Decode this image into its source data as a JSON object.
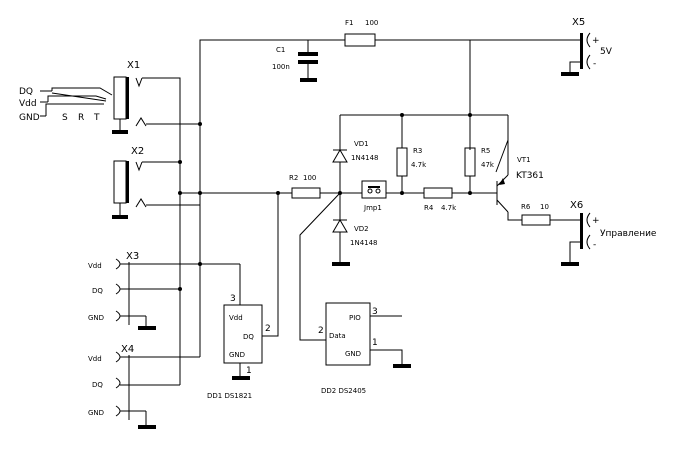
{
  "connectors": {
    "x1": "X1",
    "x2": "X2",
    "x3": "X3",
    "x4": "X4",
    "x5": "X5",
    "x6": "X6",
    "jack_pins": {
      "s": "S",
      "r": "R",
      "t": "T"
    },
    "jack_signals": {
      "dq": "DQ",
      "vdd": "Vdd",
      "gnd": "GND"
    },
    "x3_pins": {
      "vdd": "Vdd",
      "dq": "DQ",
      "gnd": "GND"
    },
    "x4_pins": {
      "vdd": "Vdd",
      "dq": "DQ",
      "gnd": "GND"
    },
    "x5_plus": "+",
    "x5_minus": "-",
    "x5_voltage": "5V",
    "x6_plus": "+",
    "x6_minus": "-",
    "x6_label": "Управление"
  },
  "components": {
    "f1": "F1",
    "f1_value": "100",
    "c1": "C1",
    "c1_value": "100n",
    "r2": "R2",
    "r2_value": "100",
    "r3": "R3",
    "r3_value": "4.7k",
    "r4": "R4",
    "r4_value": "4.7k",
    "r5": "R5",
    "r5_value": "47k",
    "r6": "R6",
    "r6_value": "10",
    "vd1": "VD1",
    "vd1_value": "1N4148",
    "vd2": "VD2",
    "vd2_value": "1N4148",
    "vt1": "VT1",
    "vt1_value": "KT361",
    "jmp": "Jmp1"
  },
  "chips": {
    "dd1": {
      "pin_vdd": "Vdd",
      "pin_dq": "DQ",
      "pin_gnd": "GND",
      "pin3": "3",
      "pin2": "2",
      "pin1": "1",
      "caption": "DD1  DS1821"
    },
    "dd2": {
      "pin_pio": "PIO",
      "pin_data": "Data",
      "pin_gnd": "GND",
      "pin3": "3",
      "pin2": "2",
      "pin1": "1",
      "caption": "DD2  DS2405"
    }
  }
}
